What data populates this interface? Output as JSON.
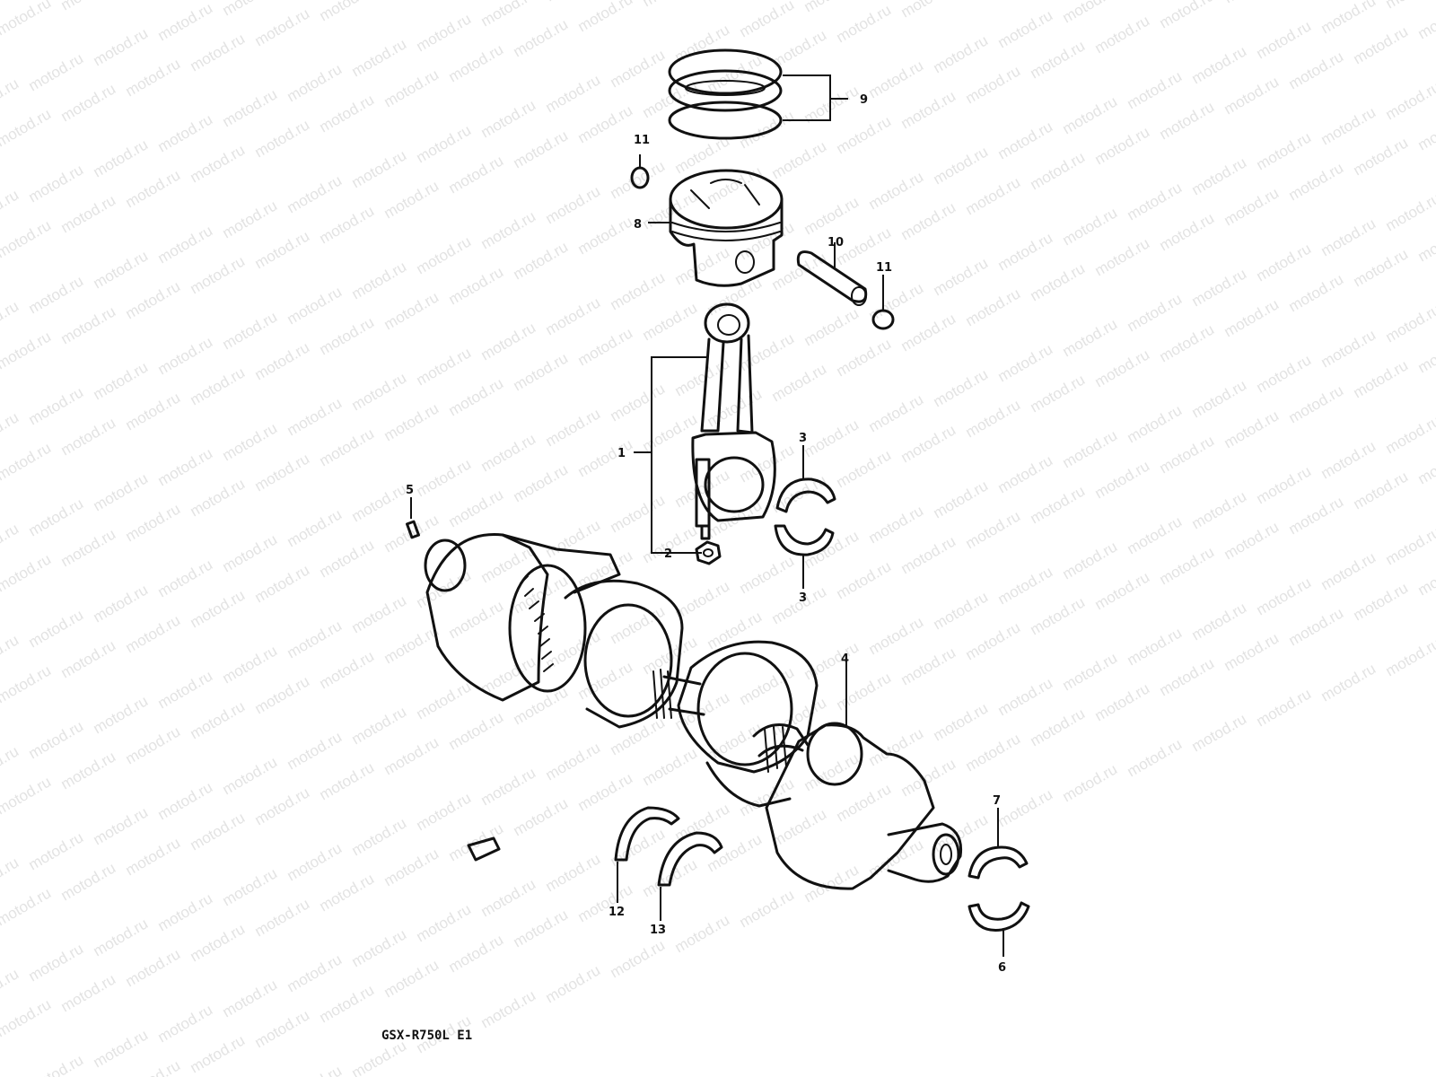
{
  "watermark": {
    "text": "motod.ru"
  },
  "model_code": "GSX-R750L E1",
  "callouts": {
    "piston_rings": "9",
    "circlip_top": "11",
    "piston": "8",
    "piston_pin": "10",
    "circlip_right": "11",
    "connecting_rod": "1",
    "conrod_bearing_upper": "3",
    "conrod_bearing_lower": "3",
    "conrod_nut": "2",
    "dowel_pin": "5",
    "crankshaft": "4",
    "thrust_washer_left": "12",
    "thrust_washer_right": "13",
    "journal_bearing_upper": "7",
    "journal_bearing_lower": "6"
  },
  "colors": {
    "ink": "#111111",
    "watermark": "#e3e3e3",
    "background": "#ffffff"
  }
}
